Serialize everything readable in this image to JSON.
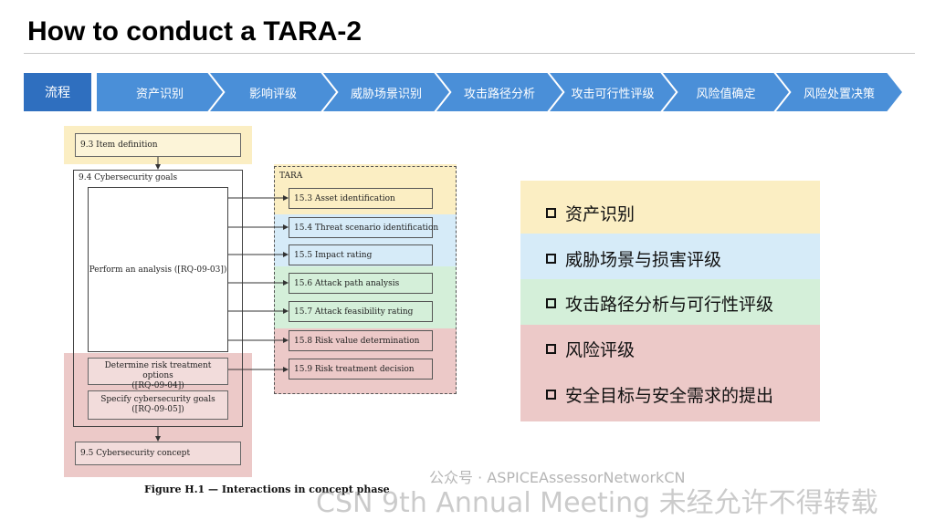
{
  "title": "How to conduct a TARA-2",
  "process": {
    "first": "流程",
    "steps": [
      "资产识别",
      "影响评级",
      "威胁场景识别",
      "攻击路径分析",
      "攻击可行性评级",
      "风险值确定",
      "风险处置决策"
    ]
  },
  "diagram": {
    "item_definition": "9.3 Item definition",
    "cybersecurity_goals": "9.4 Cybersecurity goals",
    "perform_analysis": "Perform an analysis ([RQ-09-03])",
    "determine_risk": "Determine risk treatment options",
    "determine_risk_req": "([RQ-09-04])",
    "specify_goals": "Specify cybersecurity goals",
    "specify_goals_req": "([RQ-09-05])",
    "cybersecurity_concept": "9.5 Cybersecurity concept",
    "tara_label": "TARA",
    "tara_items": [
      "15.3 Asset identification",
      "15.4 Threat scenario identification",
      "15.5 Impact rating",
      "15.6 Attack path analysis",
      "15.7 Attack feasibility rating",
      "15.8 Risk value determination",
      "15.9 Risk treatment decision"
    ],
    "caption": "Figure H.1 — Interactions in concept phase"
  },
  "summary": {
    "items": [
      "资产识别",
      "威胁场景与损害评级",
      "攻击路径分析与可行性评级",
      "风险评级",
      "安全目标与安全需求的提出"
    ]
  },
  "colors": {
    "yellow": "#fbeec3",
    "blue": "#d6ebf8",
    "green": "#d4efd9",
    "red": "#ecc9c8",
    "process_blue": "#4a8fd8",
    "process_dark": "#2f6fbf"
  },
  "watermark": {
    "account": "公众号 · ASPICEAssessorNetworkCN",
    "meeting": "CSN 9th Annual Meeting 未经允许不得转载"
  }
}
